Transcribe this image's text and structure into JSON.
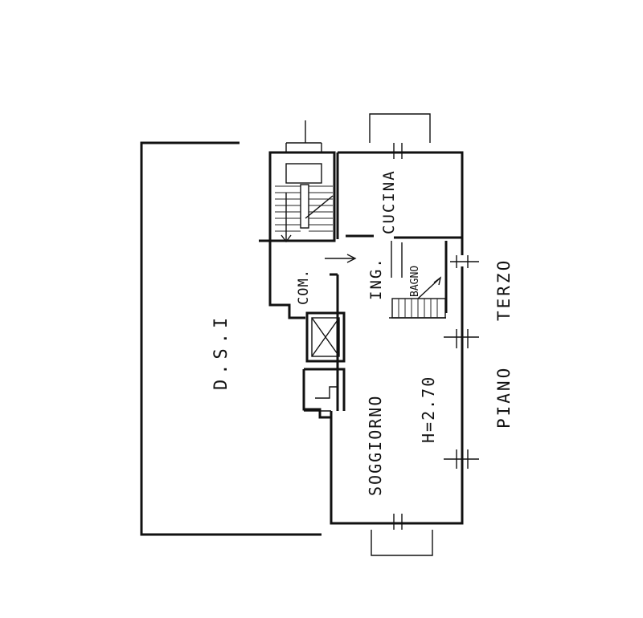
{
  "labels": {
    "dsi": "D.S.I",
    "cucina": "CUCINA",
    "bagno": "BAGNO",
    "ingresso": "ING.",
    "comune": "COM.",
    "soggiorno": "SOGGIORNO",
    "altezza": "H=2.70",
    "piano": "PIANO",
    "terzo": "TERZO"
  }
}
